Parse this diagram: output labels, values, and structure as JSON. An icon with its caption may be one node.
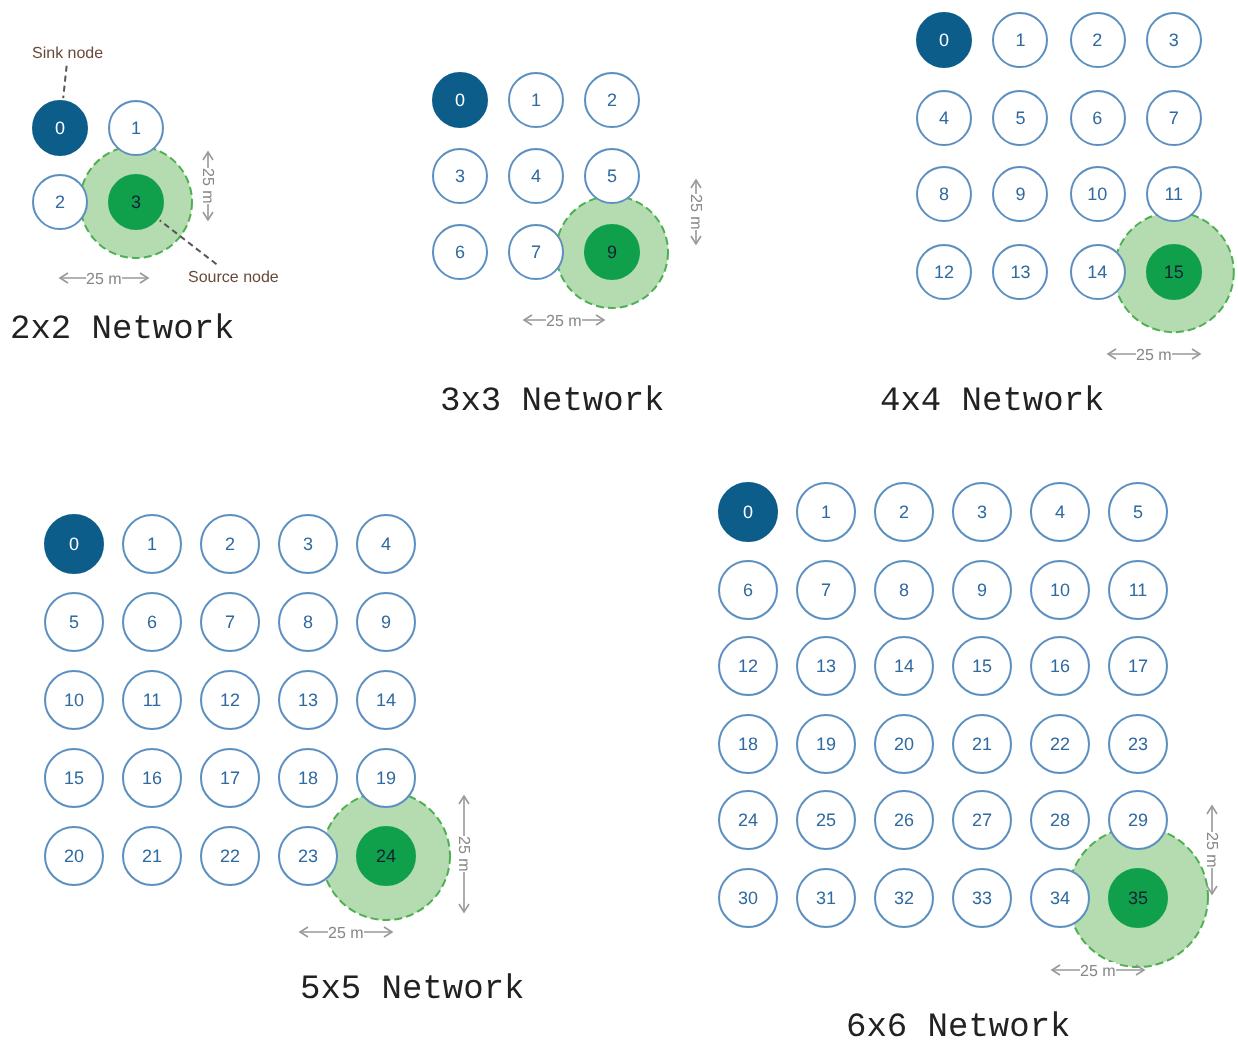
{
  "diagram": {
    "nodes": [
      {
        "text": [
          "Sink node"
        ]
      },
      {
        "text": [
          "0"
        ]
      },
      {
        "text": [
          "1"
        ]
      },
      {
        "text": [
          "2"
        ]
      },
      {
        "text": [
          "3"
        ]
      },
      {
        "text": [
          "Source node"
        ]
      },
      {
        "text": [
          "0"
        ]
      },
      {
        "text": [
          "1"
        ]
      },
      {
        "text": [
          "2"
        ]
      },
      {
        "text": [
          "3"
        ]
      },
      {
        "text": [
          "4"
        ]
      },
      {
        "text": [
          "5"
        ]
      },
      {
        "text": [
          "6"
        ]
      },
      {
        "text": [
          "7"
        ]
      },
      {
        "text": [
          "9"
        ]
      },
      {
        "text": [
          "0"
        ]
      },
      {
        "text": [
          "1"
        ]
      },
      {
        "text": [
          "2"
        ]
      },
      {
        "text": [
          "3"
        ]
      },
      {
        "text": [
          "4"
        ]
      },
      {
        "text": [
          "5"
        ]
      },
      {
        "text": [
          "6"
        ]
      },
      {
        "text": [
          "7"
        ]
      },
      {
        "text": [
          "8"
        ]
      },
      {
        "text": [
          "9"
        ]
      },
      {
        "text": [
          "10"
        ]
      },
      {
        "text": [
          "11"
        ]
      },
      {
        "text": [
          "12"
        ]
      },
      {
        "text": [
          "13"
        ]
      },
      {
        "text": [
          "14"
        ]
      },
      {
        "text": [
          "15"
        ]
      },
      {
        "text": [
          "0"
        ]
      },
      {
        "text": [
          "1"
        ]
      },
      {
        "text": [
          "2"
        ]
      },
      {
        "text": [
          "3"
        ]
      },
      {
        "text": [
          "4"
        ]
      },
      {
        "text": [
          "5"
        ]
      },
      {
        "text": [
          "6"
        ]
      },
      {
        "text": [
          "7"
        ]
      },
      {
        "text": [
          "8"
        ]
      },
      {
        "text": [
          "9"
        ]
      },
      {
        "text": [
          "10"
        ]
      },
      {
        "text": [
          "11"
        ]
      },
      {
        "text": [
          "12"
        ]
      },
      {
        "text": [
          "13"
        ]
      },
      {
        "text": [
          "14"
        ]
      },
      {
        "text": [
          "15"
        ]
      },
      {
        "text": [
          "16"
        ]
      },
      {
        "text": [
          "17"
        ]
      },
      {
        "text": [
          "18"
        ]
      },
      {
        "text": [
          "19"
        ]
      },
      {
        "text": [
          "20"
        ]
      },
      {
        "text": [
          "21"
        ]
      },
      {
        "text": [
          "22"
        ]
      },
      {
        "text": [
          "23"
        ]
      },
      {
        "text": [
          "24"
        ]
      },
      {
        "text": [
          "0"
        ]
      },
      {
        "text": [
          "1"
        ]
      },
      {
        "text": [
          "2"
        ]
      },
      {
        "text": [
          "3"
        ]
      },
      {
        "text": [
          "4"
        ]
      },
      {
        "text": [
          "5"
        ]
      },
      {
        "text": [
          "6"
        ]
      },
      {
        "text": [
          "7"
        ]
      },
      {
        "text": [
          "8"
        ]
      },
      {
        "text": [
          "9"
        ]
      },
      {
        "text": [
          "10"
        ]
      },
      {
        "text": [
          "11"
        ]
      },
      {
        "text": [
          "12"
        ]
      },
      {
        "text": [
          "13"
        ]
      },
      {
        "text": [
          "14"
        ]
      },
      {
        "text": [
          "15"
        ]
      },
      {
        "text": [
          "16"
        ]
      },
      {
        "text": [
          "17"
        ]
      },
      {
        "text": [
          "18"
        ]
      },
      {
        "text": [
          "19"
        ]
      },
      {
        "text": [
          "20"
        ]
      },
      {
        "text": [
          "21"
        ]
      },
      {
        "text": [
          "22"
        ]
      },
      {
        "text": [
          "23"
        ]
      },
      {
        "text": [
          "24"
        ]
      },
      {
        "text": [
          "25"
        ]
      },
      {
        "text": [
          "26"
        ]
      },
      {
        "text": [
          "27"
        ]
      },
      {
        "text": [
          "28"
        ]
      },
      {
        "text": [
          "29"
        ]
      },
      {
        "text": [
          "30"
        ]
      },
      {
        "text": [
          "31"
        ]
      },
      {
        "text": [
          "32"
        ]
      },
      {
        "text": [
          "33"
        ]
      },
      {
        "text": [
          "34"
        ]
      },
      {
        "text": [
          "35"
        ]
      }
    ],
    "edges": [
      {
        "from": 0,
        "to": 1,
        "arrow": "none",
        "style": "dashed"
      },
      {
        "from": 5,
        "to": 4,
        "arrow": "none",
        "style": "dashed"
      }
    ],
    "labels": [
      "25 m",
      "25 m",
      "2x2 Network",
      "25 m",
      "25 m",
      "3x3 Network",
      "25 m",
      "4x4 Network",
      "25 m",
      "25 m",
      "5x5 Network",
      "25 m",
      "25 m",
      "6x6 Network"
    ]
  }
}
